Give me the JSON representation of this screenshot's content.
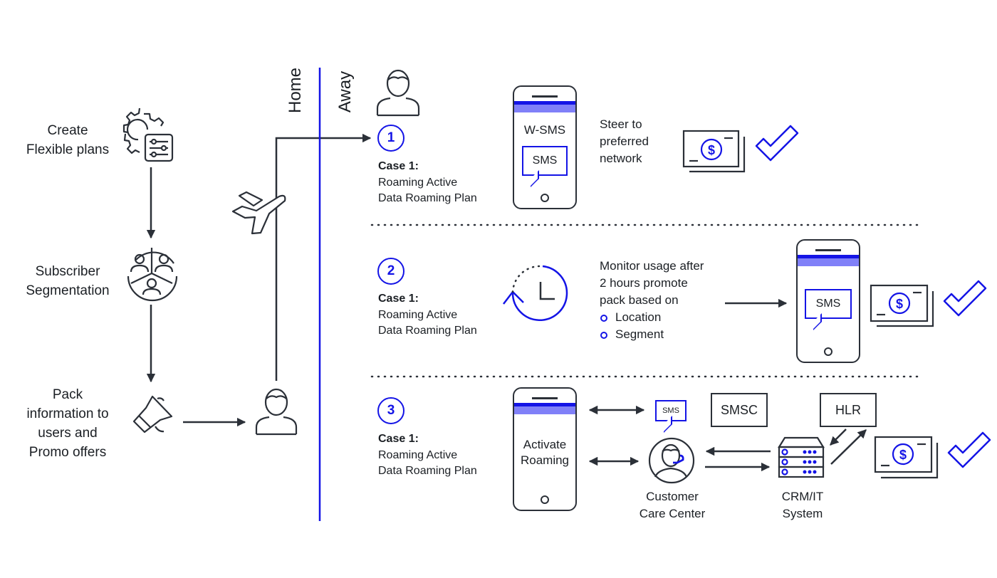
{
  "colors": {
    "accent": "#1414e6",
    "accent_light": "#8080f8",
    "ink": "#2b3038"
  },
  "left_flow": {
    "steps": [
      {
        "label_lines": [
          "Create",
          "Flexible plans"
        ],
        "icon": "gear-sliders-icon"
      },
      {
        "label_lines": [
          "Subscriber",
          "Segmentation"
        ],
        "icon": "segmentation-icon"
      },
      {
        "label_lines": [
          "Pack",
          "information to",
          "users and",
          "Promo offers"
        ],
        "icon": "megaphone-icon"
      }
    ],
    "user_icon": "user-icon",
    "plane_icon": "airplane-icon"
  },
  "divider": {
    "home_label": "Home",
    "away_label": "Away"
  },
  "cases": [
    {
      "number": "1",
      "title": "Case 1:",
      "lines": [
        "Roaming Active",
        "Data Roaming Plan"
      ],
      "phone": {
        "header_text": "W-SMS",
        "bubble_text": "SMS"
      },
      "action_lines": [
        "Steer to",
        "preferred",
        "network"
      ]
    },
    {
      "number": "2",
      "title": "Case 1:",
      "lines": [
        "Roaming Active",
        "Data Roaming Plan"
      ],
      "icon": "clock-refresh-icon",
      "action_lines": [
        "Monitor usage after",
        "2 hours promote",
        "pack based on"
      ],
      "bullets": [
        "Location",
        "Segment"
      ],
      "phone": {
        "bubble_text": "SMS"
      }
    },
    {
      "number": "3",
      "title": "Case 1:",
      "lines": [
        "Roaming Active",
        "Data Roaming Plan"
      ],
      "phone": {
        "text_lines": [
          "Activate",
          "Roaming"
        ]
      },
      "sms_bubble": "SMS",
      "smsc_label": "SMSC",
      "hlr_label": "HLR",
      "care_center_lines": [
        "Customer",
        "Care Center"
      ],
      "crm_lines": [
        "CRM/IT",
        "System"
      ]
    }
  ]
}
